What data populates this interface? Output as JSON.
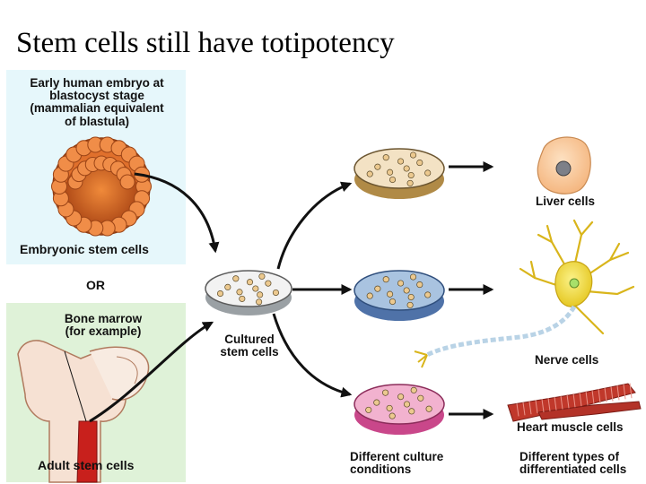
{
  "slide": {
    "title": "Stem cells still have totipotency"
  },
  "colors": {
    "embryo_panel_bg": "#e6f7fb",
    "marrow_panel_bg": "#dff2d8",
    "dish_plain": "#f3e2c4",
    "dish_blue": "#a9c3e0",
    "dish_pink": "#f2b2cf",
    "liver_cell": "#f7c493",
    "nerve_cell": "#f2e233",
    "muscle_cell": "#c0382b"
  },
  "labels": {
    "embryo": [
      "Early human embryo at",
      "blastocyst stage",
      "(mammalian equivalent",
      "of blastula)"
    ],
    "embryonic_stem_cells": "Embryonic stem cells",
    "or": "OR",
    "bone_marrow": [
      "Bone marrow",
      "(for example)"
    ],
    "adult_stem_cells": "Adult stem cells",
    "cultured_stem_cells": [
      "Cultured",
      "stem cells"
    ],
    "liver_cells": "Liver cells",
    "nerve_cells": "Nerve cells",
    "heart_muscle_cells": "Heart muscle cells",
    "different_culture_conditions": [
      "Different culture",
      "conditions"
    ],
    "differentiated_cells": [
      "Different types of",
      "differentiated cells"
    ]
  }
}
